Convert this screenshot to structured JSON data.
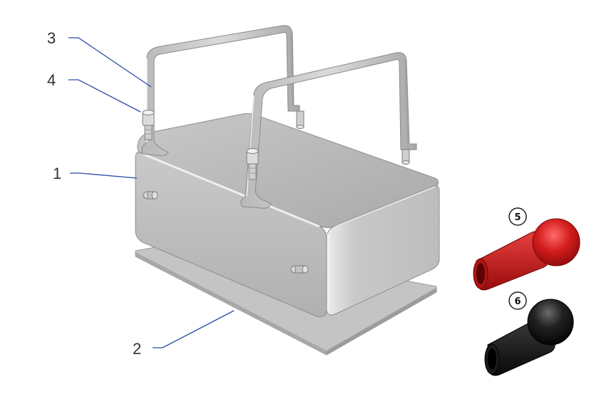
{
  "callouts": [
    {
      "id": "3",
      "label": "3"
    },
    {
      "id": "4",
      "label": "4"
    },
    {
      "id": "1",
      "label": "1"
    },
    {
      "id": "2",
      "label": "2"
    }
  ],
  "badges": [
    {
      "id": "5",
      "label": "5",
      "part_color": "#cc1a1a"
    },
    {
      "id": "6",
      "label": "6",
      "part_color": "#111111"
    }
  ],
  "colors": {
    "leader_line": "#2a4aa8",
    "metal_light": "#d2d2d2",
    "metal_mid": "#b4b4b4",
    "metal_dark": "#8e8e8e"
  }
}
